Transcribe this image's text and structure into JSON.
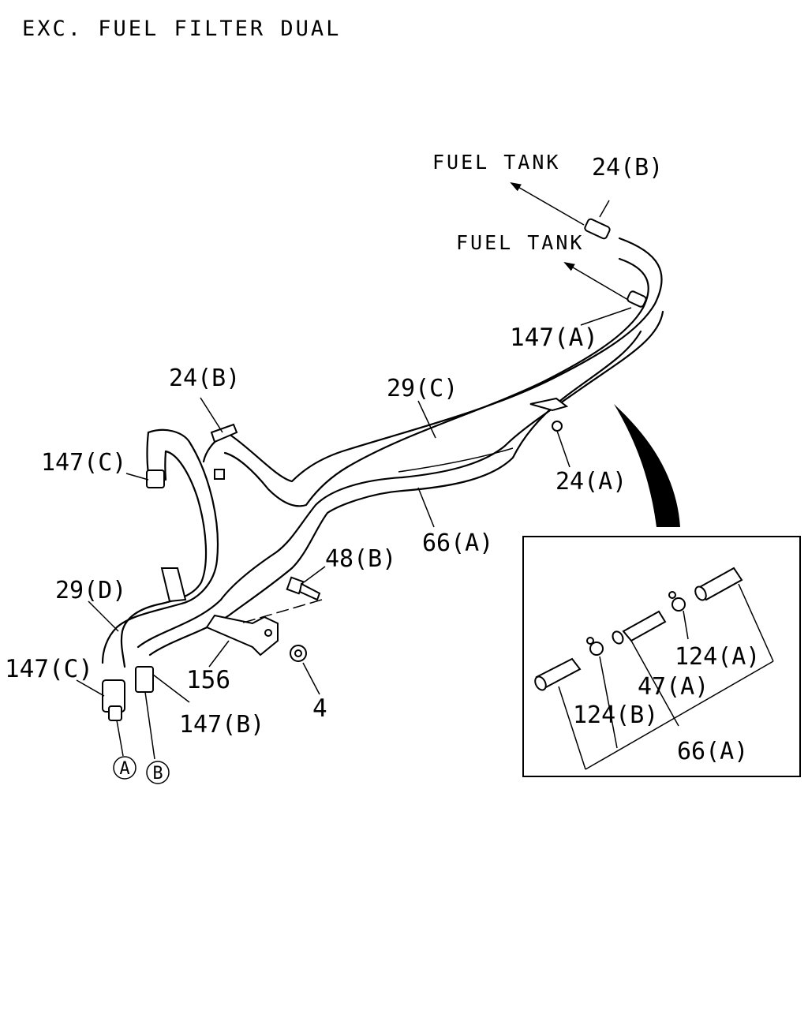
{
  "title": "EXC. FUEL FILTER DUAL",
  "directions": {
    "upper": "FUEL TANK",
    "lower": "FUEL TANK"
  },
  "labels": {
    "l24b_top": "24(B)",
    "l147a": "147(A)",
    "l29c": "29(C)",
    "l24a": "24(A)",
    "l24b_left": "24(B)",
    "l147c_top": "147(C)",
    "l66a": "66(A)",
    "l48b": "48(B)",
    "l29d": "29(D)",
    "l147c_bottom": "147(C)",
    "l156": "156",
    "l147b": "147(B)",
    "l4": "4"
  },
  "connectors": {
    "a": "A",
    "b": "B"
  },
  "detail": {
    "l124a": "124(A)",
    "l47a": "47(A)",
    "l124b": "124(B)",
    "l66a": "66(A)"
  }
}
